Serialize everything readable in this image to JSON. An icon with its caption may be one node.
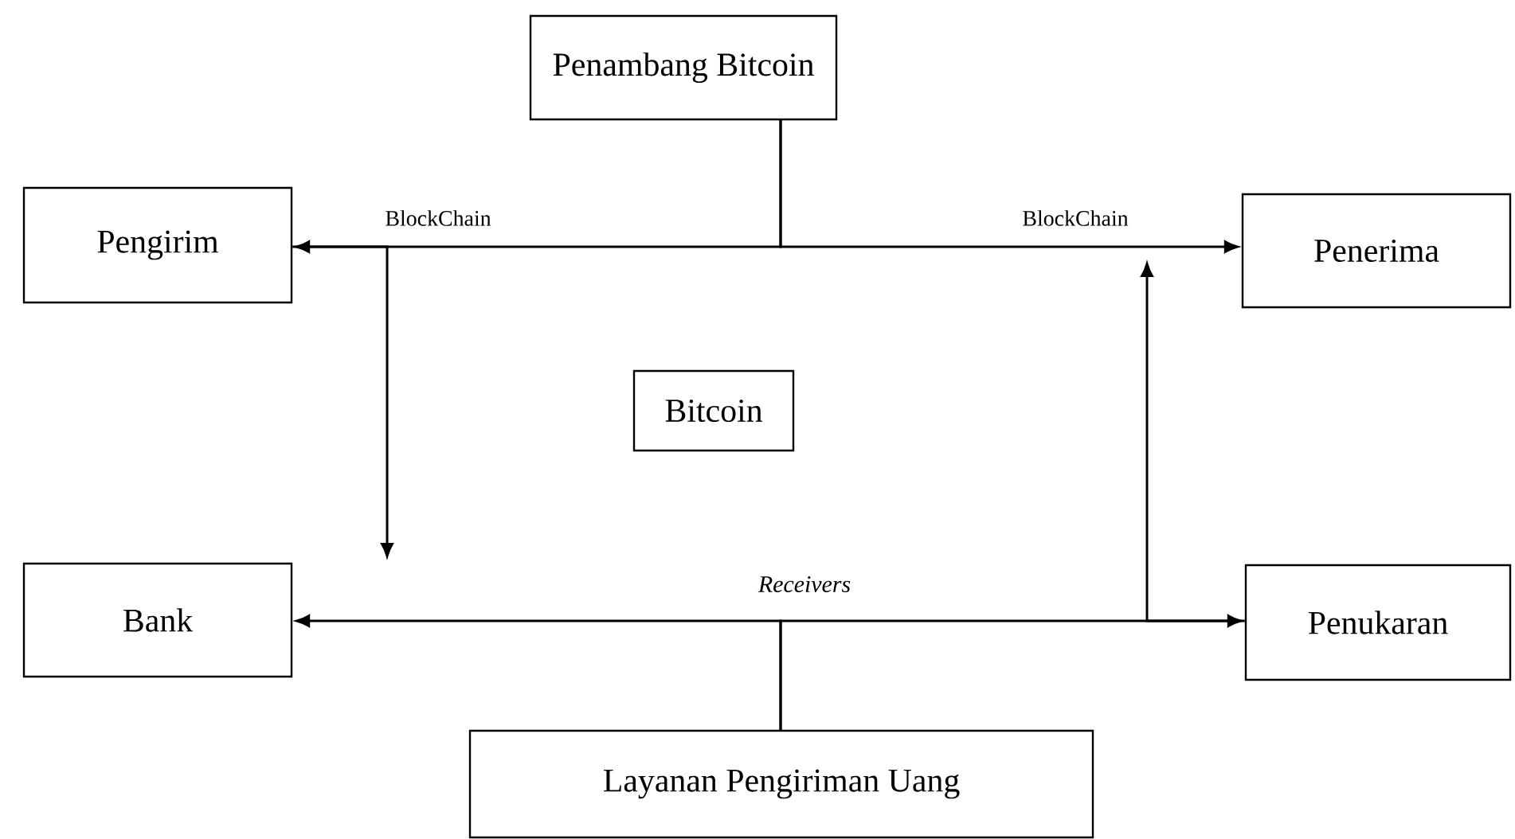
{
  "diagram": {
    "nodes": [
      {
        "text": [
          "Penambang Bitcoin"
        ]
      },
      {
        "text": [
          "Pengirim"
        ]
      },
      {
        "text": [
          "Penerima"
        ]
      },
      {
        "text": [
          "Bitcoin"
        ]
      },
      {
        "text": [
          "Bank"
        ]
      },
      {
        "text": [
          "Penukaran"
        ]
      },
      {
        "text": [
          "Layanan Pengiriman Uang"
        ]
      }
    ],
    "edges": [
      {
        "from": 0,
        "to": 1,
        "arrow": "to",
        "label": "BlockChain"
      },
      {
        "from": 0,
        "to": 2,
        "arrow": "to",
        "label": "BlockChain"
      },
      {
        "from": 1,
        "to": null,
        "arrow": "to"
      },
      {
        "from": 6,
        "to": 4,
        "arrow": "to",
        "label": "Receivers"
      },
      {
        "from": 6,
        "to": 5,
        "arrow": "to"
      },
      {
        "from": 5,
        "to": null,
        "arrow": "to"
      }
    ]
  }
}
